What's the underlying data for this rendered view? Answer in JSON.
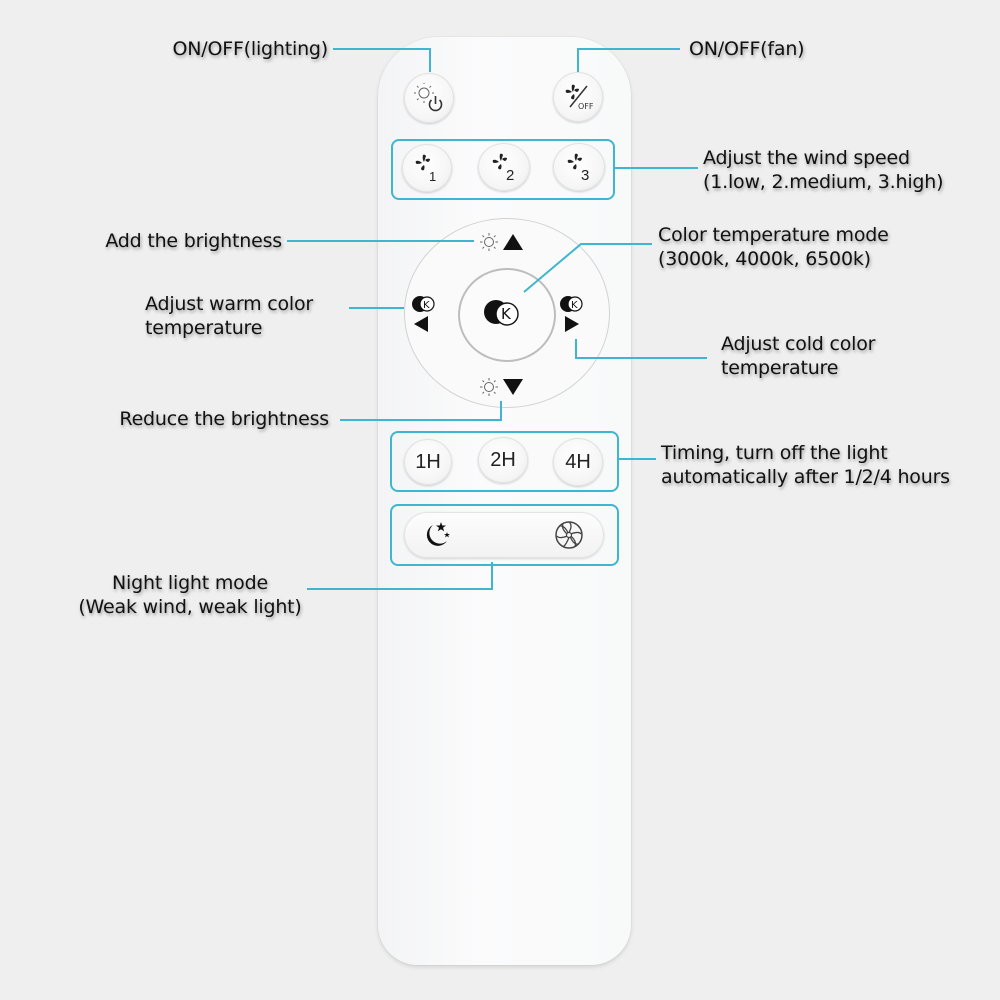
{
  "accent_color": "#3fb6d1",
  "background_color": "#efefef",
  "labels": {
    "light_power": "ON/OFF(lighting)",
    "fan_power": "ON/OFF(fan)",
    "wind_speed": [
      "Adjust the wind speed",
      "(1.low, 2.medium, 3.high)"
    ],
    "brightness_up": "Add the brightness",
    "color_temp_mode": [
      "Color temperature mode",
      "(3000k, 4000k, 6500k)"
    ],
    "warm_temp": [
      "Adjust warm color",
      "temperature"
    ],
    "cold_temp": [
      "Adjust cold color",
      "temperature"
    ],
    "brightness_down": "Reduce the brightness",
    "timer": [
      "Timing, turn off the light",
      "automatically after 1/2/4 hours"
    ],
    "night_mode": [
      "Night light mode",
      "(Weak wind, weak light)"
    ]
  },
  "remote": {
    "fan_off_text": "OFF",
    "speed_buttons": [
      "1",
      "2",
      "3"
    ],
    "timer_buttons": [
      "1H",
      "2H",
      "4H"
    ],
    "k_glyph": "K"
  }
}
